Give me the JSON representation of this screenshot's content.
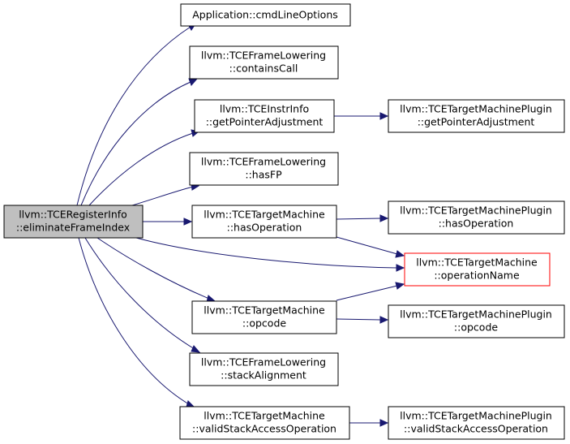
{
  "diagram": {
    "root": {
      "line1": "llvm::TCERegisterInfo",
      "line2": "::eliminateFrameIndex"
    },
    "nodes": {
      "app_cmdline": {
        "line1": "Application::cmdLineOptions",
        "line2": ""
      },
      "fl_containsCall": {
        "line1": "llvm::TCEFrameLowering",
        "line2": "::containsCall"
      },
      "ii_getPtrAdj": {
        "line1": "llvm::TCEInstrInfo",
        "line2": "::getPointerAdjustment"
      },
      "fl_hasFP": {
        "line1": "llvm::TCEFrameLowering",
        "line2": "::hasFP"
      },
      "tm_hasOperation": {
        "line1": "llvm::TCETargetMachine",
        "line2": "::hasOperation"
      },
      "tm_opcode": {
        "line1": "llvm::TCETargetMachine",
        "line2": "::opcode"
      },
      "fl_stackAlignment": {
        "line1": "llvm::TCEFrameLowering",
        "line2": "::stackAlignment"
      },
      "tm_validStack": {
        "line1": "llvm::TCETargetMachine",
        "line2": "::validStackAccessOperation"
      },
      "tmp_getPtrAdj": {
        "line1": "llvm::TCETargetMachinePlugin",
        "line2": "::getPointerAdjustment"
      },
      "tmp_hasOperation": {
        "line1": "llvm::TCETargetMachinePlugin",
        "line2": "::hasOperation"
      },
      "tm_operationName": {
        "line1": "llvm::TCETargetMachine",
        "line2": "::operationName"
      },
      "tmp_opcode": {
        "line1": "llvm::TCETargetMachinePlugin",
        "line2": "::opcode"
      },
      "tmp_validStack": {
        "line1": "llvm::TCETargetMachinePlugin",
        "line2": "::validStackAccessOperation"
      }
    },
    "colors": {
      "edge": "#191970",
      "root_fill": "#bfbfbf",
      "highlight_border": "#ff0000"
    }
  }
}
